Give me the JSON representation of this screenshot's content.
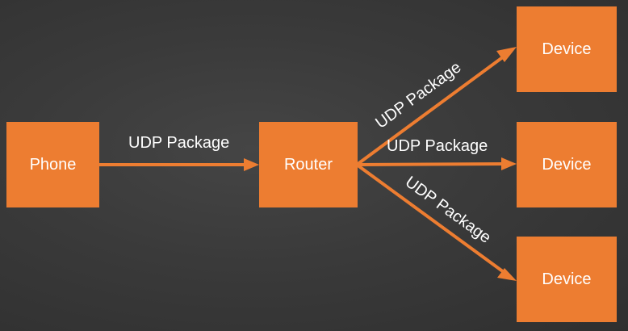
{
  "diagram": {
    "nodes": {
      "phone": "Phone",
      "router": "Router",
      "device_top": "Device",
      "device_middle": "Device",
      "device_bottom": "Device"
    },
    "edge_labels": {
      "phone_to_router": "UDP Package",
      "router_to_device_top": "UDP Package",
      "router_to_device_middle": "UDP Package",
      "router_to_device_bottom": "UDP Package"
    },
    "colors": {
      "box_fill": "#ED7D31",
      "arrow": "#ED7D31",
      "background": "#3a3a3a",
      "text": "#ffffff"
    }
  }
}
